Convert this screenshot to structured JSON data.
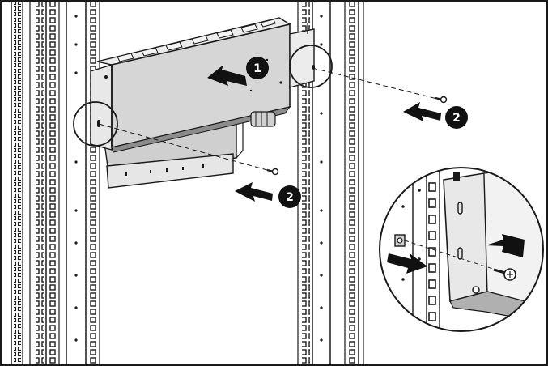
{
  "figure": {
    "callouts": [
      {
        "id": "callout-1",
        "label": "1"
      },
      {
        "id": "callout-2-right",
        "label": "2"
      },
      {
        "id": "callout-2-left",
        "label": "2"
      }
    ]
  },
  "colors": {
    "outline": "#1a1a1a",
    "rail_fill": "#ffffff",
    "unit_face": "#d9d9d9",
    "unit_top": "#ececec",
    "shadow": "#8c8c8c",
    "callout_fill": "#111111",
    "callout_text": "#ffffff"
  }
}
